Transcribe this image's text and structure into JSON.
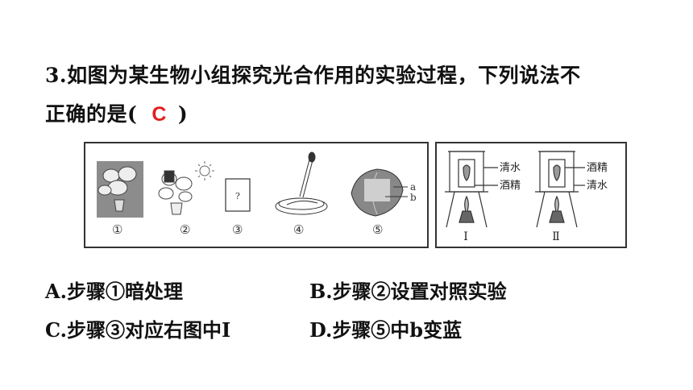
{
  "question": {
    "line1": "3.如图为某生物小组探究光合作用的实验过程，下列说法不",
    "line2_prefix": "正确的是(",
    "answer": "C",
    "line2_suffix": ")"
  },
  "figure_left": {
    "steps": [
      "①",
      "②",
      "③",
      "④",
      "⑤"
    ],
    "step3_box_text": "?",
    "leaf_labels": [
      "a",
      "b"
    ]
  },
  "figure_right": {
    "setup1": {
      "inner_label": "清水",
      "outer_label": "酒精",
      "numeral": "Ⅰ"
    },
    "setup2": {
      "inner_label": "酒精",
      "outer_label": "清水",
      "numeral": "Ⅱ"
    }
  },
  "options": {
    "A": "A.步骤①暗处理",
    "B": "B.步骤②设置对照实验",
    "C": "C.步骤③对应右图中Ⅰ",
    "D": "D.步骤⑤中b变蓝"
  }
}
